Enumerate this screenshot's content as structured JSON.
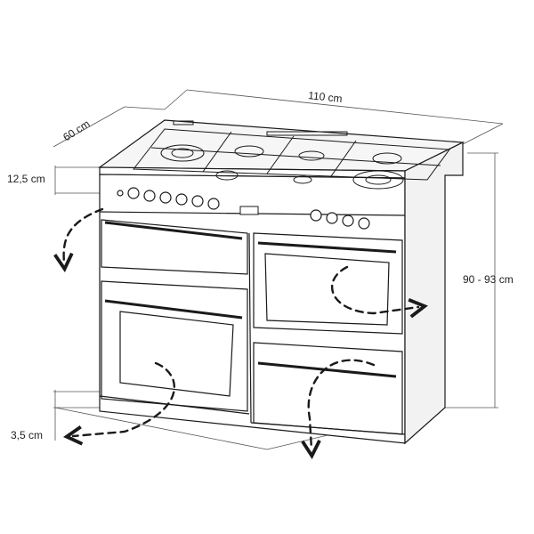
{
  "dimensions": {
    "width": "110 cm",
    "depth": "60 cm",
    "hob_height": "12,5 cm",
    "total_height": "90 - 93 cm",
    "plinth": "3,5 cm"
  },
  "colors": {
    "line": "#1a1a1a",
    "dim_line": "#555555",
    "background": "#ffffff"
  }
}
